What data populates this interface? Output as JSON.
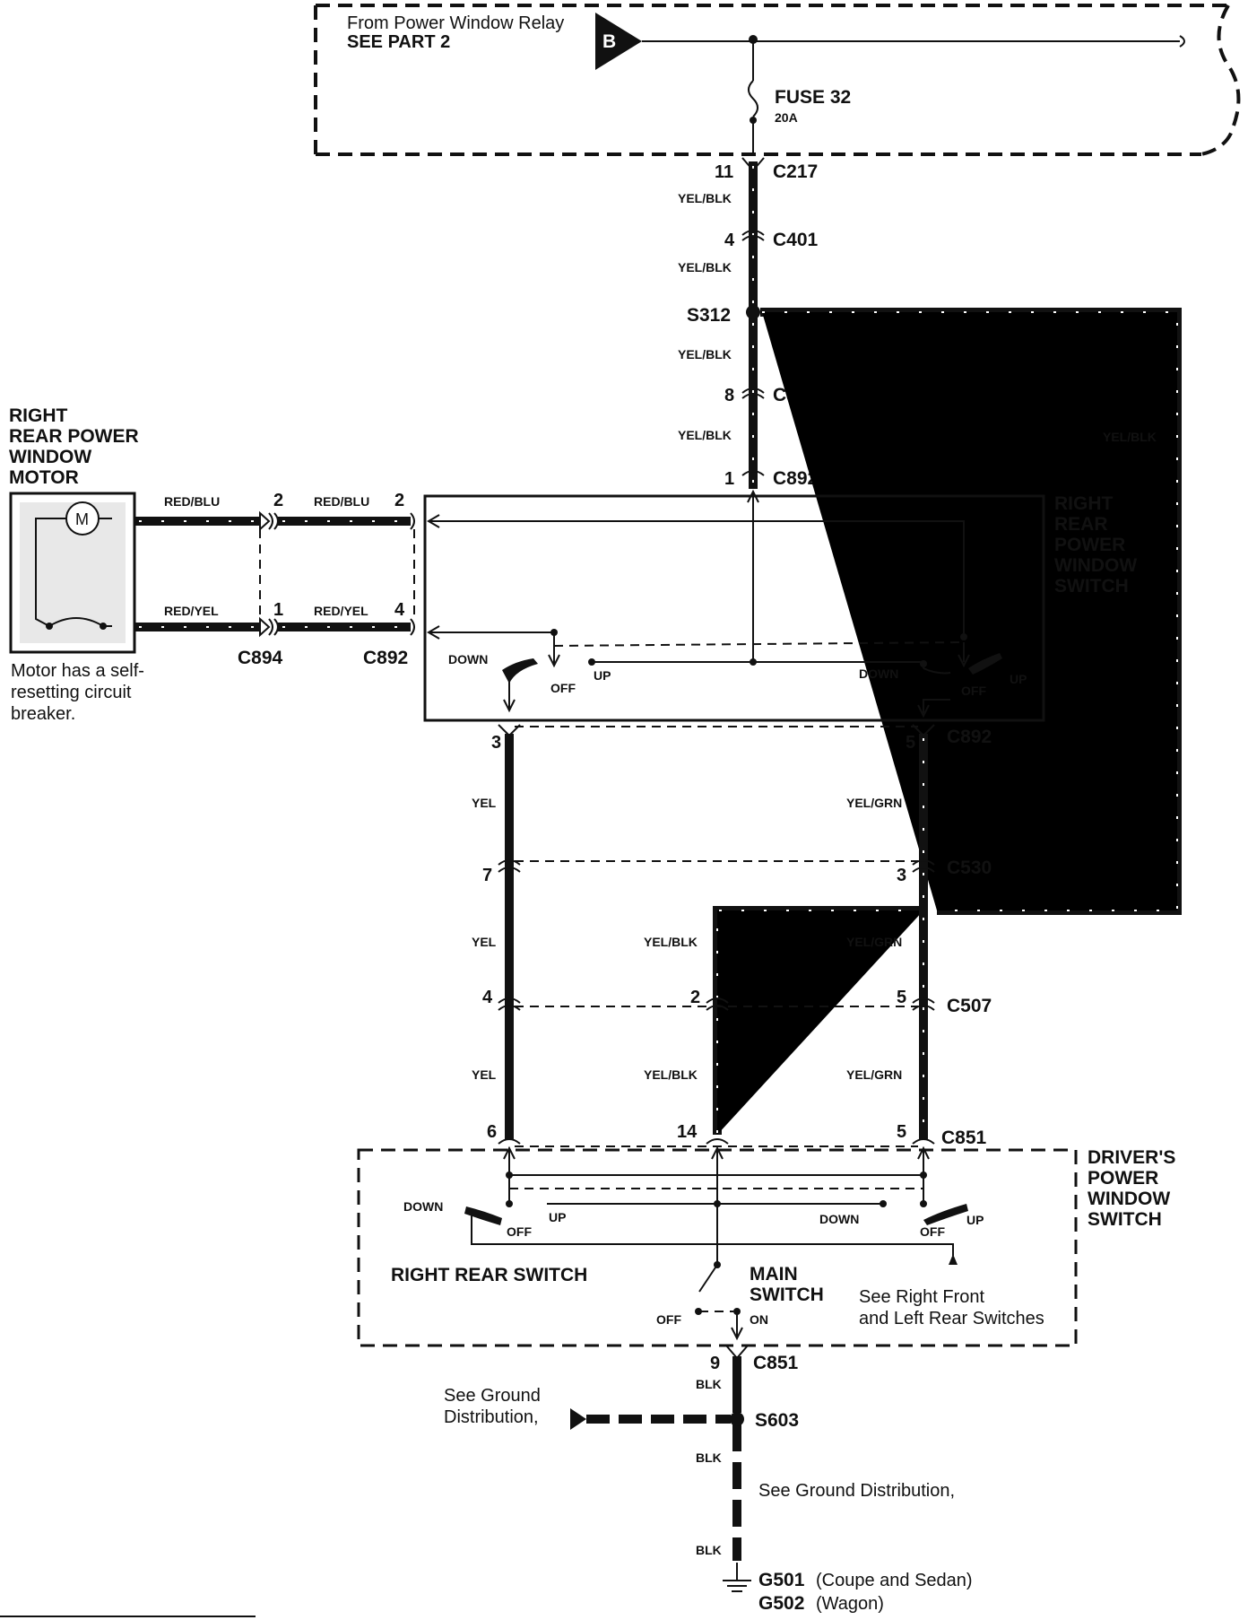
{
  "top_box": {
    "relay_from": "From Power Window Relay",
    "see_part": "SEE PART 2",
    "relay_letter": "B",
    "fuse_label": "FUSE 32",
    "fuse_rating": "20A"
  },
  "connectors": {
    "c217": "C217",
    "c217_pin": "11",
    "c401": "C401",
    "c401_pin": "4",
    "s312": "S312",
    "c530_top": "C530",
    "c530_top_pin": "8",
    "c892_top": "C892",
    "c892_top_pin": "1",
    "c894": "C894",
    "c892_left": "C892",
    "c892_bot": "C892",
    "c530_bot": "C530",
    "c507": "C507",
    "c851": "C851",
    "c851_bot": "C851",
    "s603": "S603",
    "g501": "G501",
    "g502": "G502"
  },
  "pins": {
    "m_pin2": "2",
    "m_pin1": "1",
    "sw_pin2": "2",
    "sw_pin4": "4",
    "c892_3": "3",
    "c892_5": "5",
    "c530_7": "7",
    "c530_3": "3",
    "c507_4": "4",
    "c507_2": "2",
    "c507_5": "5",
    "c851_6": "6",
    "c851_14": "14",
    "c851_5": "5",
    "c851_9": "9"
  },
  "wires": {
    "yel_blk": "YEL/BLK",
    "red_blu": "RED/BLU",
    "red_yel": "RED/YEL",
    "yel": "YEL",
    "yel_grn": "YEL/GRN",
    "blk": "BLK"
  },
  "motor": {
    "title_l1": "RIGHT",
    "title_l2": "REAR POWER",
    "title_l3": "WINDOW",
    "title_l4": "MOTOR",
    "m_symbol": "M",
    "note_l1": "Motor has a self-",
    "note_l2": "resetting circuit",
    "note_l3": "breaker."
  },
  "rr_switch": {
    "title_l1": "RIGHT",
    "title_l2": "REAR",
    "title_l3": "POWER",
    "title_l4": "WINDOW",
    "title_l5": "SWITCH",
    "down": "DOWN",
    "off": "OFF",
    "up": "UP"
  },
  "driver_switch": {
    "title_l1": "DRIVER'S",
    "title_l2": "POWER",
    "title_l3": "WINDOW",
    "title_l4": "SWITCH",
    "rr_switch_label": "RIGHT REAR SWITCH",
    "main_l1": "MAIN",
    "main_l2": "SWITCH",
    "off": "OFF",
    "on": "ON",
    "down": "DOWN",
    "up": "UP",
    "see_l1": "See  Right Front",
    "see_l2": "and Left Rear Switches"
  },
  "ground": {
    "see_gd_l1": "See Ground",
    "see_gd_l2": "Distribution,",
    "see_gd_full": "See Ground Distribution,",
    "g501_note": "(Coupe and Sedan)",
    "g502_note": "(Wagon)"
  }
}
